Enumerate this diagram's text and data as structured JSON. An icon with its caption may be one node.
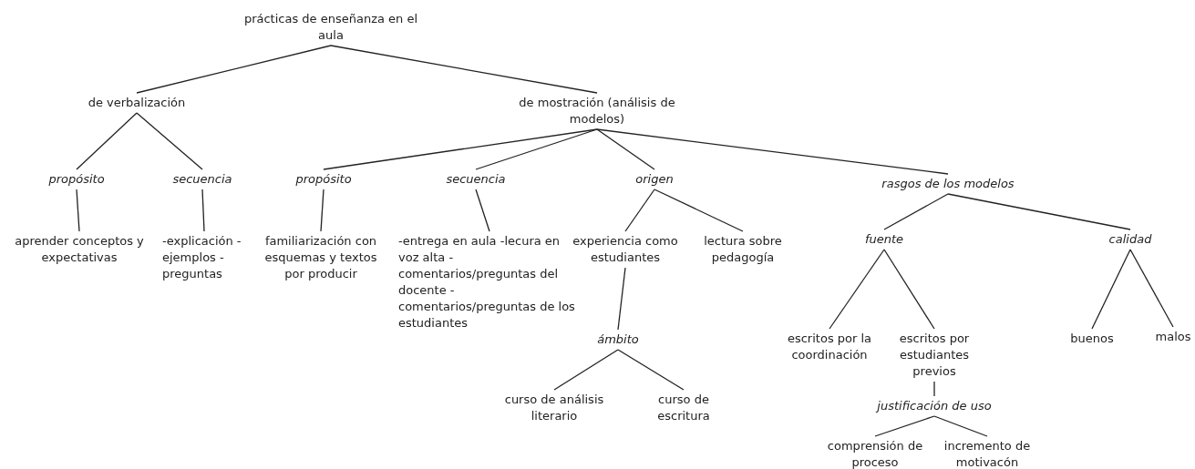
{
  "diagram": {
    "nodes": [
      {
        "text": [
          "prácticas de enseñanza en el aula"
        ]
      },
      {
        "text": [
          "de verbalización"
        ]
      },
      {
        "text": [
          "de mostración (análisis de modelos)"
        ]
      },
      {
        "text": [
          "propósito"
        ]
      },
      {
        "text": [
          "secuencia"
        ]
      },
      {
        "text": [
          "propósito"
        ]
      },
      {
        "text": [
          "secuencia"
        ]
      },
      {
        "text": [
          "origen"
        ]
      },
      {
        "text": [
          "rasgos de los modelos"
        ]
      },
      {
        "text": [
          "aprender conceptos y expectativas"
        ]
      },
      {
        "text": [
          "-explicación -ejemplos -preguntas"
        ]
      },
      {
        "text": [
          "familiarización con esquemas y textos por producir"
        ]
      },
      {
        "text": [
          "-entrega en aula -lecura en voz alta -comentarios/preguntas del docente -comentarios/preguntas de los estudiantes"
        ]
      },
      {
        "text": [
          "experiencia como estudiantes"
        ]
      },
      {
        "text": [
          "lectura sobre pedagogía"
        ]
      },
      {
        "text": [
          "ámbito"
        ]
      },
      {
        "text": [
          "curso de análisis literario"
        ]
      },
      {
        "text": [
          "curso de escritura"
        ]
      },
      {
        "text": [
          "fuente"
        ]
      },
      {
        "text": [
          "calidad"
        ]
      },
      {
        "text": [
          "escritos por la coordinación"
        ]
      },
      {
        "text": [
          "escritos por estudiantes previos"
        ]
      },
      {
        "text": [
          "justificación de uso"
        ]
      },
      {
        "text": [
          "comprensión de proceso"
        ]
      },
      {
        "text": [
          "incremento de motivacón"
        ]
      },
      {
        "text": [
          "buenos"
        ]
      },
      {
        "text": [
          "malos"
        ]
      }
    ],
    "edges": [
      {
        "from": 0,
        "to": 1,
        "arrow": "none"
      },
      {
        "from": 0,
        "to": 2,
        "arrow": "none"
      },
      {
        "from": 1,
        "to": 3,
        "arrow": "none"
      },
      {
        "from": 1,
        "to": 4,
        "arrow": "none"
      },
      {
        "from": 2,
        "to": 5,
        "arrow": "none"
      },
      {
        "from": 2,
        "to": 6,
        "arrow": "none"
      },
      {
        "from": 2,
        "to": 7,
        "arrow": "none"
      },
      {
        "from": 2,
        "to": 8,
        "arrow": "none"
      },
      {
        "from": 3,
        "to": 9,
        "arrow": "none"
      },
      {
        "from": 4,
        "to": 10,
        "arrow": "none"
      },
      {
        "from": 5,
        "to": 11,
        "arrow": "none"
      },
      {
        "from": 6,
        "to": 12,
        "arrow": "none"
      },
      {
        "from": 7,
        "to": 13,
        "arrow": "none"
      },
      {
        "from": 7,
        "to": 14,
        "arrow": "none"
      },
      {
        "from": 13,
        "to": 15,
        "arrow": "none"
      },
      {
        "from": 15,
        "to": 16,
        "arrow": "none"
      },
      {
        "from": 15,
        "to": 17,
        "arrow": "none"
      },
      {
        "from": 8,
        "to": 18,
        "arrow": "none"
      },
      {
        "from": 8,
        "to": 19,
        "arrow": "none"
      },
      {
        "from": 18,
        "to": 20,
        "arrow": "none"
      },
      {
        "from": 18,
        "to": 21,
        "arrow": "none"
      },
      {
        "from": 21,
        "to": 22,
        "arrow": "none"
      },
      {
        "from": 22,
        "to": 23,
        "arrow": "none"
      },
      {
        "from": 22,
        "to": 24,
        "arrow": "none"
      },
      {
        "from": 19,
        "to": 25,
        "arrow": "none"
      },
      {
        "from": 19,
        "to": 26,
        "arrow": "none"
      }
    ]
  }
}
